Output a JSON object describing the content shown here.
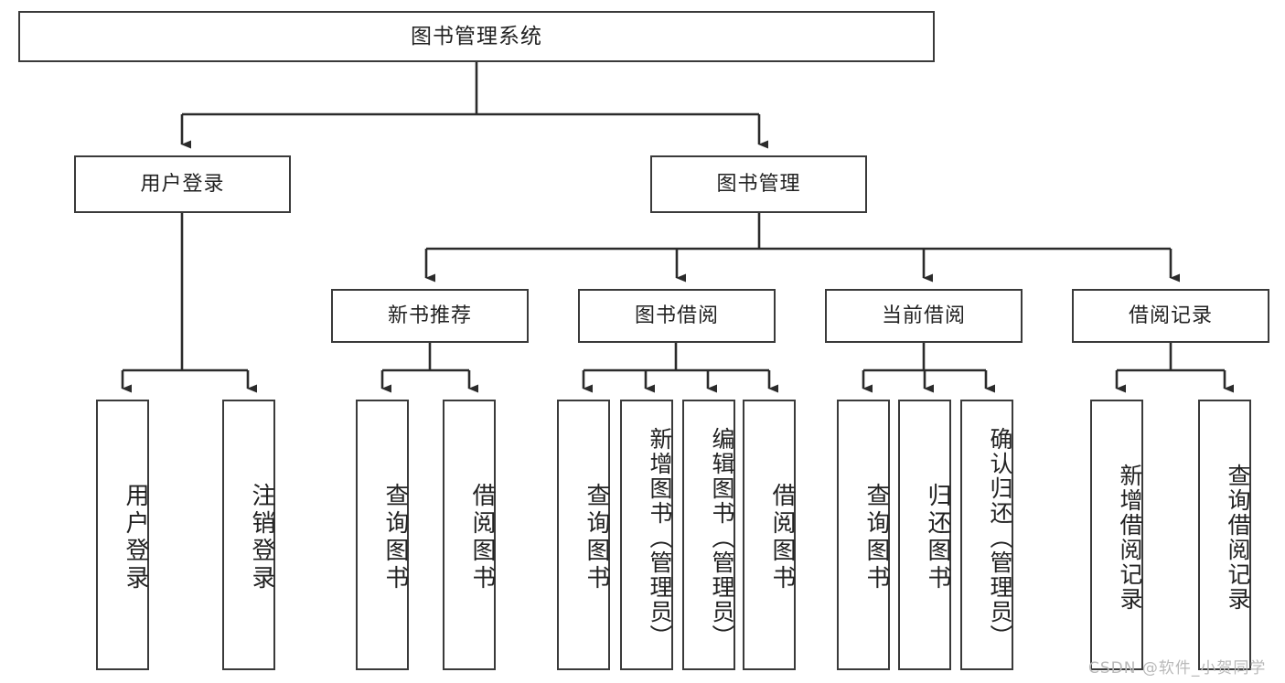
{
  "diagram": {
    "title": "图书管理系统",
    "type": "tree-hierarchy",
    "watermark": "CSDN @软件_小贺同学",
    "colors": {
      "box_border": "#3a3a3a",
      "box_fill": "#ffffff",
      "connector": "#2b2b2b",
      "text": "#222222",
      "watermark": "#b9b9b9"
    },
    "nodes": {
      "root": {
        "label": "图书管理系统"
      },
      "level2": [
        {
          "label": "用户登录"
        },
        {
          "label": "图书管理"
        }
      ],
      "level3": [
        {
          "label": "新书推荐"
        },
        {
          "label": "图书借阅"
        },
        {
          "label": "当前借阅"
        },
        {
          "label": "借阅记录"
        }
      ],
      "leaves": {
        "user_login": [
          {
            "label": "用户登录"
          },
          {
            "label": "注销登录"
          }
        ],
        "new_book_recommend": [
          {
            "label": "查询图书"
          },
          {
            "label": "借阅图书"
          }
        ],
        "book_borrow": [
          {
            "label": "查询图书"
          },
          {
            "label": "新增图书（管理员）"
          },
          {
            "label": "编辑图书（管理员）"
          },
          {
            "label": "借阅图书"
          }
        ],
        "current_borrow": [
          {
            "label": "查询图书"
          },
          {
            "label": "归还图书"
          },
          {
            "label": "确认归还（管理员）"
          }
        ],
        "borrow_record": [
          {
            "label": "新增借阅记录"
          },
          {
            "label": "查询借阅记录"
          }
        ]
      }
    }
  }
}
